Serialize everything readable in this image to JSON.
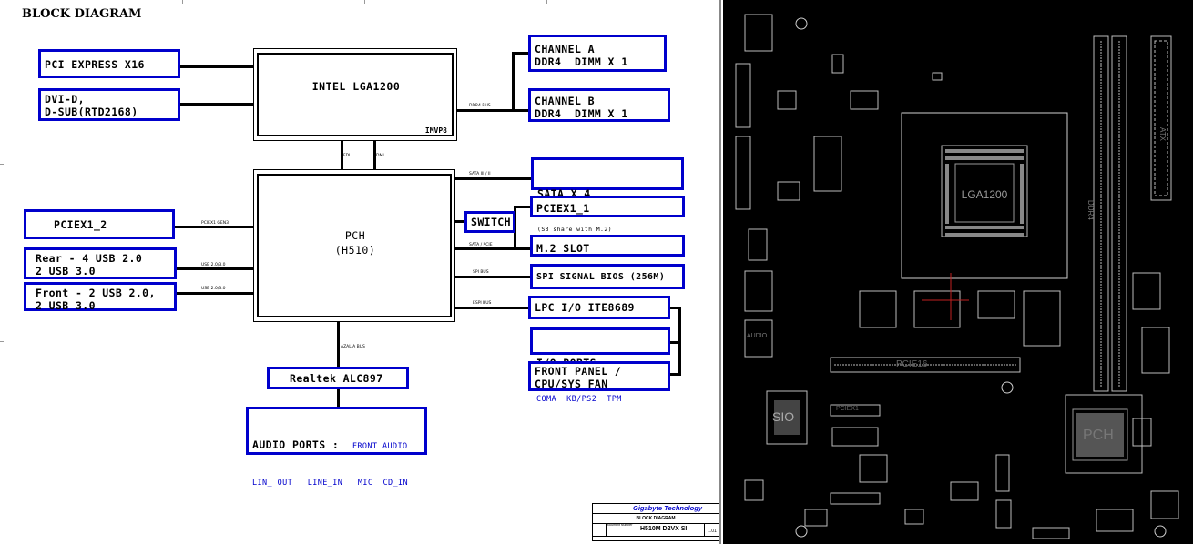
{
  "title": "BLOCK DIAGRAM",
  "blocks": {
    "pcie_x16": "PCI EXPRESS X16",
    "dvi": "DVI-D,\nD-SUB(RTD2168)",
    "cpu": "INTEL LGA1200",
    "imvp": "IMVP8",
    "ch_a": "CHANNEL A\nDDR4  DIMM X 1",
    "ch_b": "CHANNEL B\nDDR4  DIMM X 1",
    "pch": "PCH\n(H510)",
    "sata": "SATA X 4",
    "sata_note": "(S3 share with M.2)",
    "switch": "SWITCH",
    "pciex1_1": "PCIEX1_1",
    "m2": "M.2 SLOT",
    "spi": "SPI SIGNAL BIOS (256M)",
    "lpc": "LPC I/O ITE8689",
    "io_ports": "I/O PORTS :",
    "io_ports_sub": "COMA  KB/PS2  TPM",
    "front_panel": "FRONT PANEL /\nCPU/SYS FAN",
    "pciex1_2": "PCIEX1_2",
    "rear_usb": "Rear - 4 USB 2.0\n2 USB 3.0",
    "front_usb": "Front - 2 USB 2.0,\n2 USB 3.0",
    "realtek": "Realtek ALC897",
    "audio_ports": "AUDIO PORTS :",
    "front_audio": "FRONT AUDIO",
    "audio_sub": "LIN_ OUT   LINE_IN   MIC  CD_IN"
  },
  "wire_labels": {
    "ddr4_bus": "DDR4 BUS",
    "fdi": "FDI",
    "dmi": "DMI",
    "sata_bus": "SATA III / II",
    "pcie_gen3": "PCIEX1 GEN3",
    "sata_pcie": "SATA / PCIE",
    "usb_rear": "USB 2.0/3.0",
    "usb_front": "USB 2.0/3.0",
    "spi_bus": "SPI BUS",
    "espi_bus": "ESPI BUS",
    "azalia": "AZALIA BUS"
  },
  "title_block": {
    "company": "Gigabyte Technology",
    "sheet": "BLOCK DIAGRAM",
    "doc_label": "Document Number",
    "doc": "H510M D2VX SI",
    "rev": "1.01"
  },
  "board": {
    "cpu_socket": "LGA1200",
    "pch": "PCH",
    "sio": "SIO",
    "pcie_slot": "PCIE16",
    "pcie_x1": "PCIEX1",
    "ddr": "DDR4",
    "atx": "ATX",
    "audio": "AUDIO"
  },
  "colors": {
    "block_border": "#0000cc",
    "board_bg": "#000000",
    "silk": "#cfcfcf"
  }
}
